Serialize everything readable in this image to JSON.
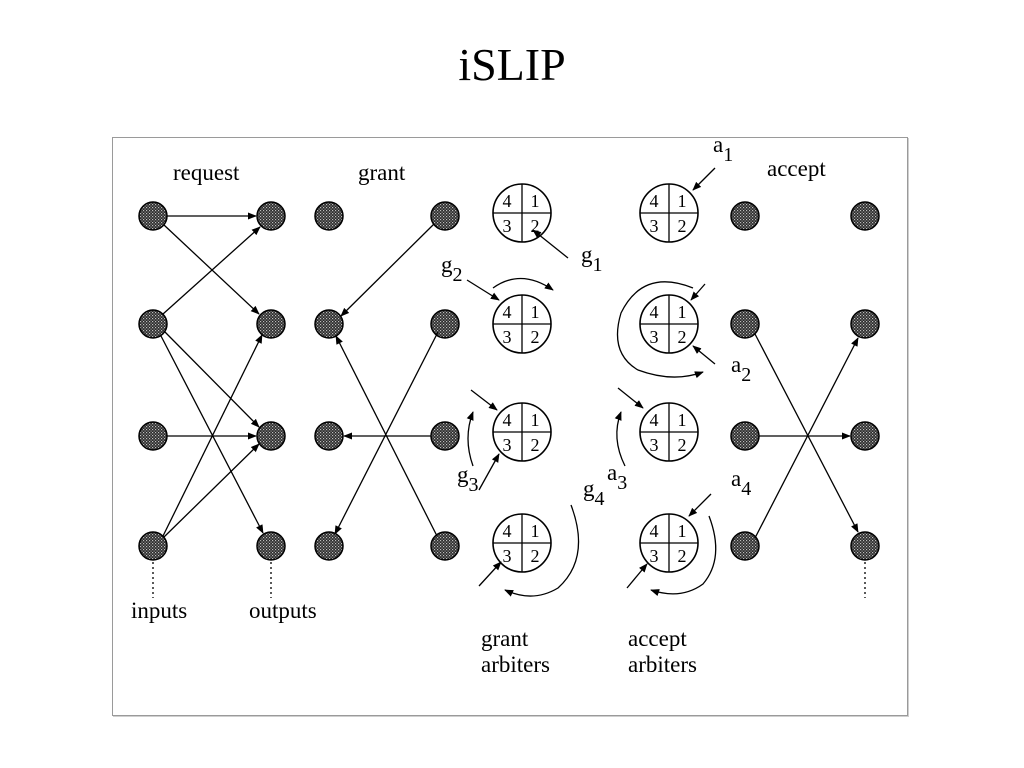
{
  "title": "iSLIP",
  "labels": {
    "request": "request",
    "grant": "grant",
    "accept": "accept",
    "inputs": "inputs",
    "outputs": "outputs",
    "grant_arbiters_line1": "grant",
    "grant_arbiters_line2": "arbiters",
    "accept_arbiters_line1": "accept",
    "accept_arbiters_line2": "arbiters"
  },
  "pointer_labels": {
    "g1": {
      "base": "g",
      "sub": "1"
    },
    "g2": {
      "base": "g",
      "sub": "2"
    },
    "g3": {
      "base": "g",
      "sub": "3"
    },
    "g4": {
      "base": "g",
      "sub": "4"
    },
    "a1": {
      "base": "a",
      "sub": "1"
    },
    "a2": {
      "base": "a",
      "sub": "2"
    },
    "a3": {
      "base": "a",
      "sub": "3"
    },
    "a4": {
      "base": "a",
      "sub": "4"
    }
  },
  "arbiter_numbers": [
    "4",
    "1",
    "3",
    "2"
  ],
  "colors": {
    "ink": "#000000",
    "node_fill": "#3a3a3a",
    "frame": "#9a9a9a"
  }
}
